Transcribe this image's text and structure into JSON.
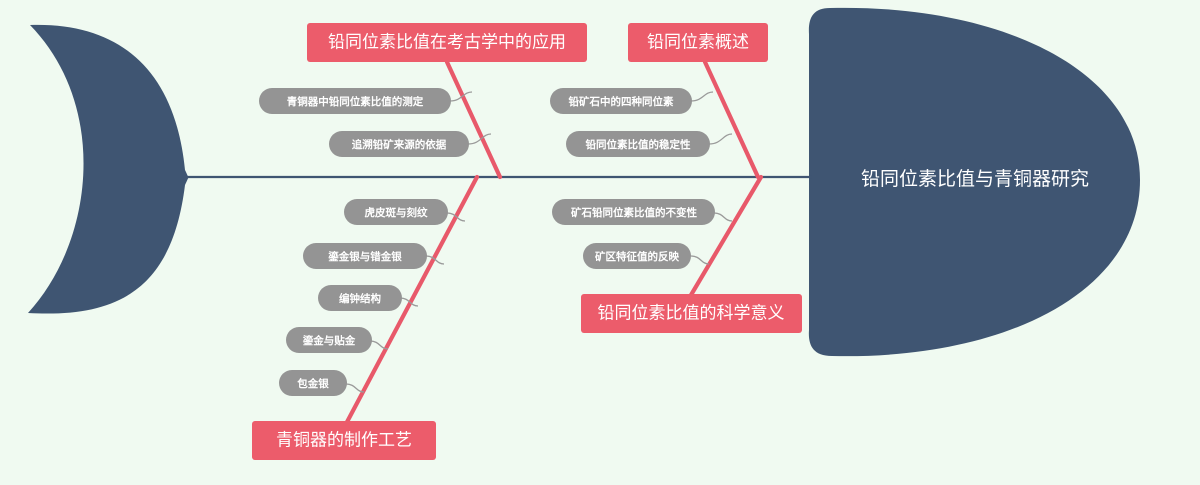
{
  "diagram": {
    "type": "fishbone",
    "title": "铅同位素比值与青铜器研究",
    "colors": {
      "background": "#f0faf1",
      "fish": "#3f5572",
      "category": "#ec5c6b",
      "item": "#949494",
      "bone": "#e8596a",
      "connector": "#9a9a9a"
    }
  },
  "categories": [
    {
      "id": "application",
      "label": "铅同位素比值在考古学中的应用",
      "position": "upper-left",
      "items": [
        {
          "label": "青铜器中铅同位素比值的测定"
        },
        {
          "label": "追溯铅矿来源的依据"
        }
      ]
    },
    {
      "id": "overview",
      "label": "铅同位素概述",
      "position": "upper-right",
      "items": [
        {
          "label": "铅矿石中的四种同位素"
        },
        {
          "label": "铅同位素比值的稳定性"
        }
      ]
    },
    {
      "id": "craft",
      "label": "青铜器的制作工艺",
      "position": "lower-left",
      "items": [
        {
          "label": "虎皮斑与刻纹"
        },
        {
          "label": "鎏金银与错金银"
        },
        {
          "label": "编钟结构"
        },
        {
          "label": "鎏金与贴金"
        },
        {
          "label": "包金银"
        }
      ]
    },
    {
      "id": "significance",
      "label": "铅同位素比值的科学意义",
      "position": "lower-right",
      "items": [
        {
          "label": "矿石铅同位素比值的不变性"
        },
        {
          "label": "矿区特征值的反映"
        }
      ]
    }
  ]
}
